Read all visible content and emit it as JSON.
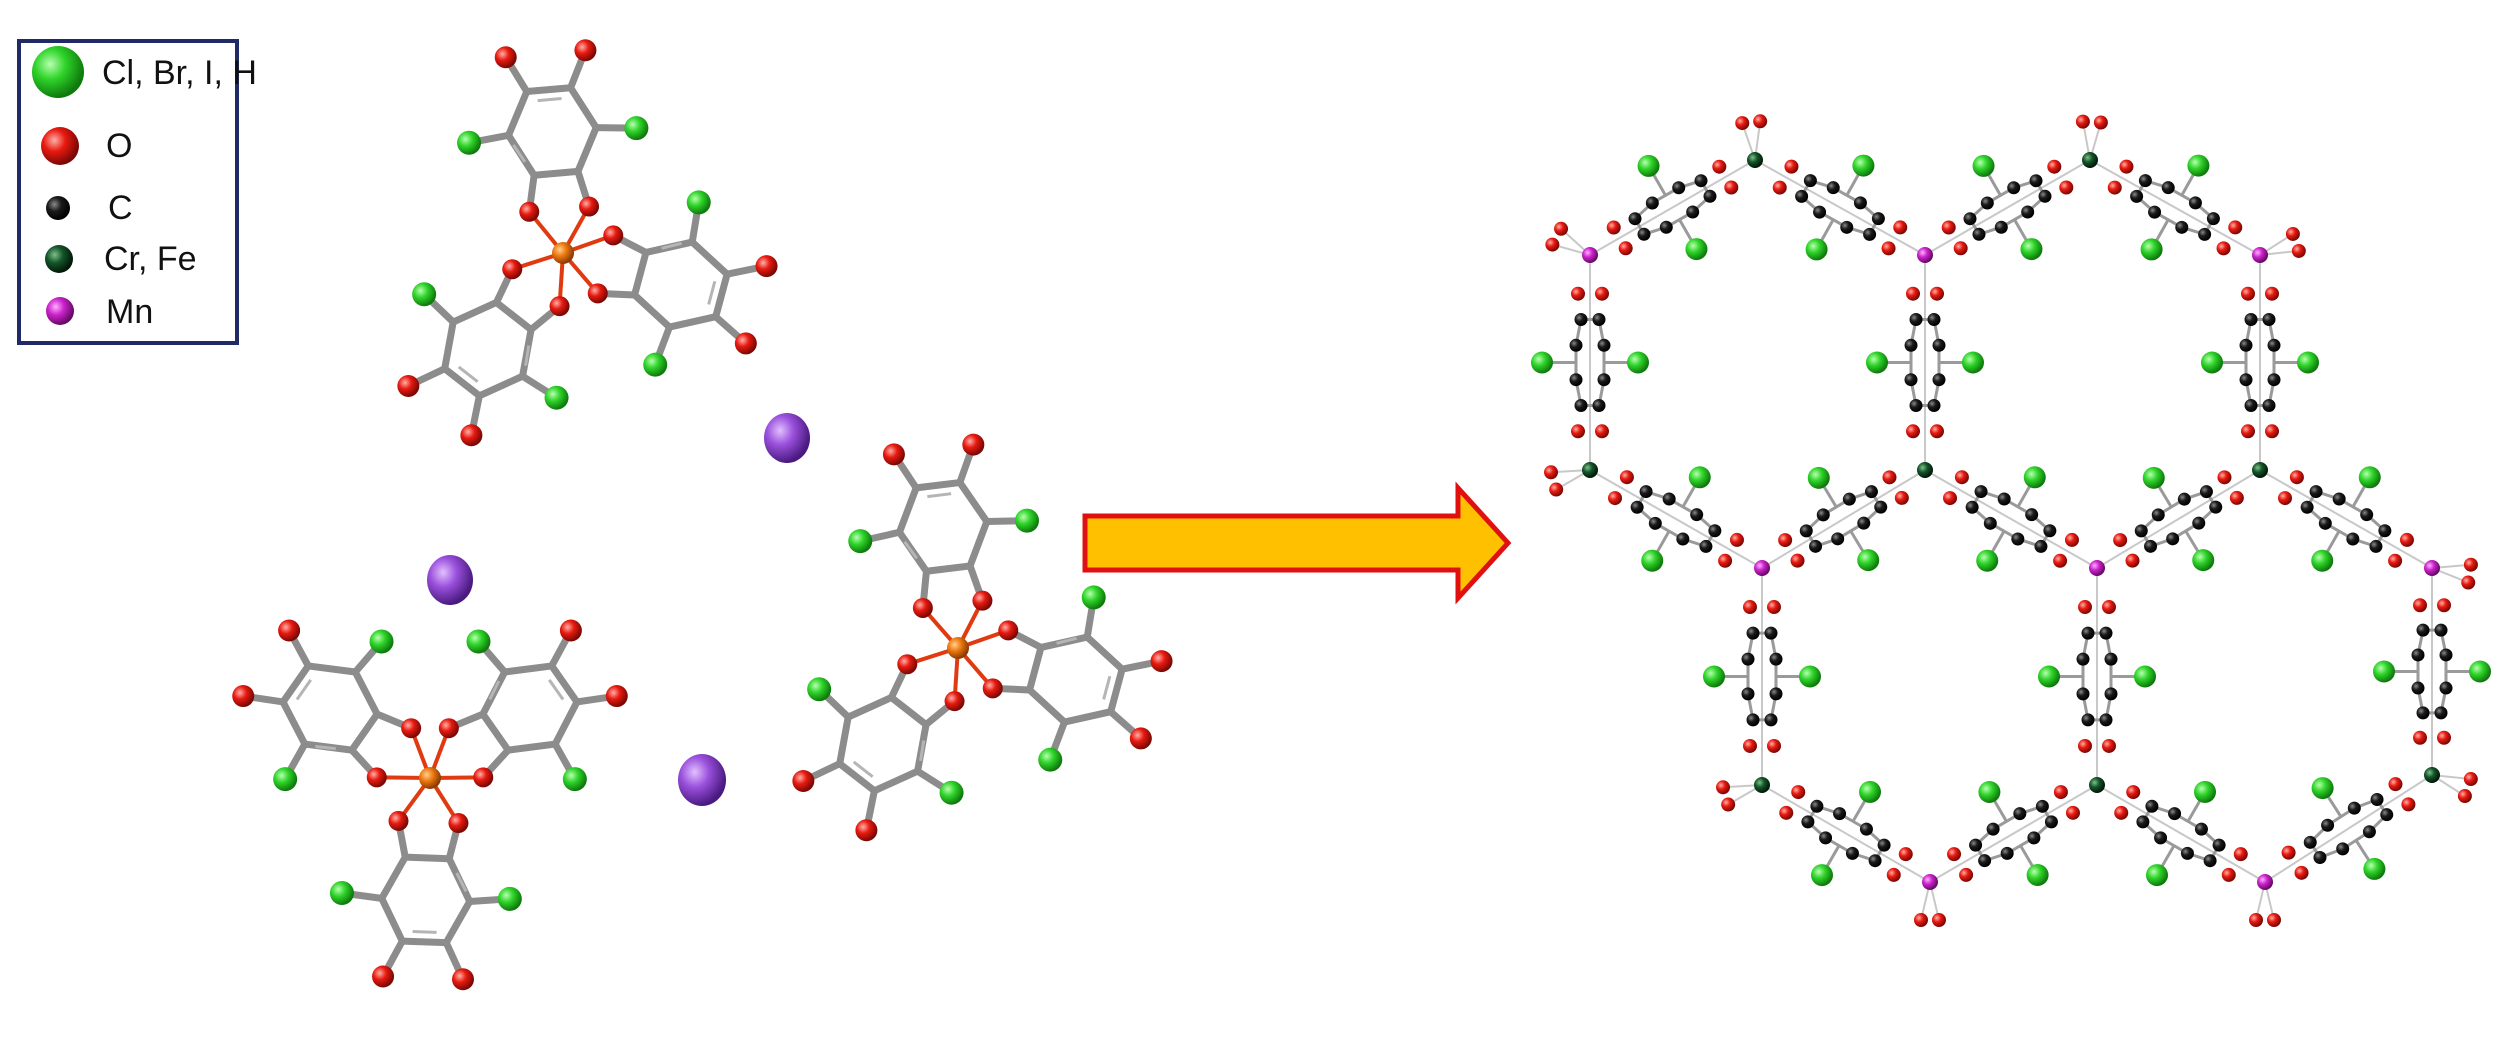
{
  "legend": {
    "items": [
      {
        "label": "Cl, Br, I, H",
        "color": "#22c41e",
        "icon": "large-green-sphere"
      },
      {
        "label": "O",
        "color": "#e01010",
        "icon": "red-sphere"
      },
      {
        "label": "C",
        "color": "#111111",
        "icon": "black-sphere"
      },
      {
        "label": "Cr, Fe",
        "color": "#0d3d17",
        "icon": "dark-green-sphere"
      },
      {
        "label": "Mn",
        "color": "#c41fc4",
        "icon": "magenta-sphere"
      }
    ]
  },
  "colors": {
    "halogen": "#22c41e",
    "oxygen": "#e01010",
    "carbon": "#111111",
    "metal_crfe": "#0d3d17",
    "metal_mn": "#c41fc4",
    "metal_center_left": "#e8720c",
    "cation": "#9a4fd4",
    "ligand_bond": "#8c8c8c",
    "arrow_fill": "#ffc000",
    "arrow_stroke": "#e01010",
    "legend_border": "#1f2a66"
  },
  "arrow": {
    "icon": "right-arrow-icon",
    "direction": "right"
  }
}
